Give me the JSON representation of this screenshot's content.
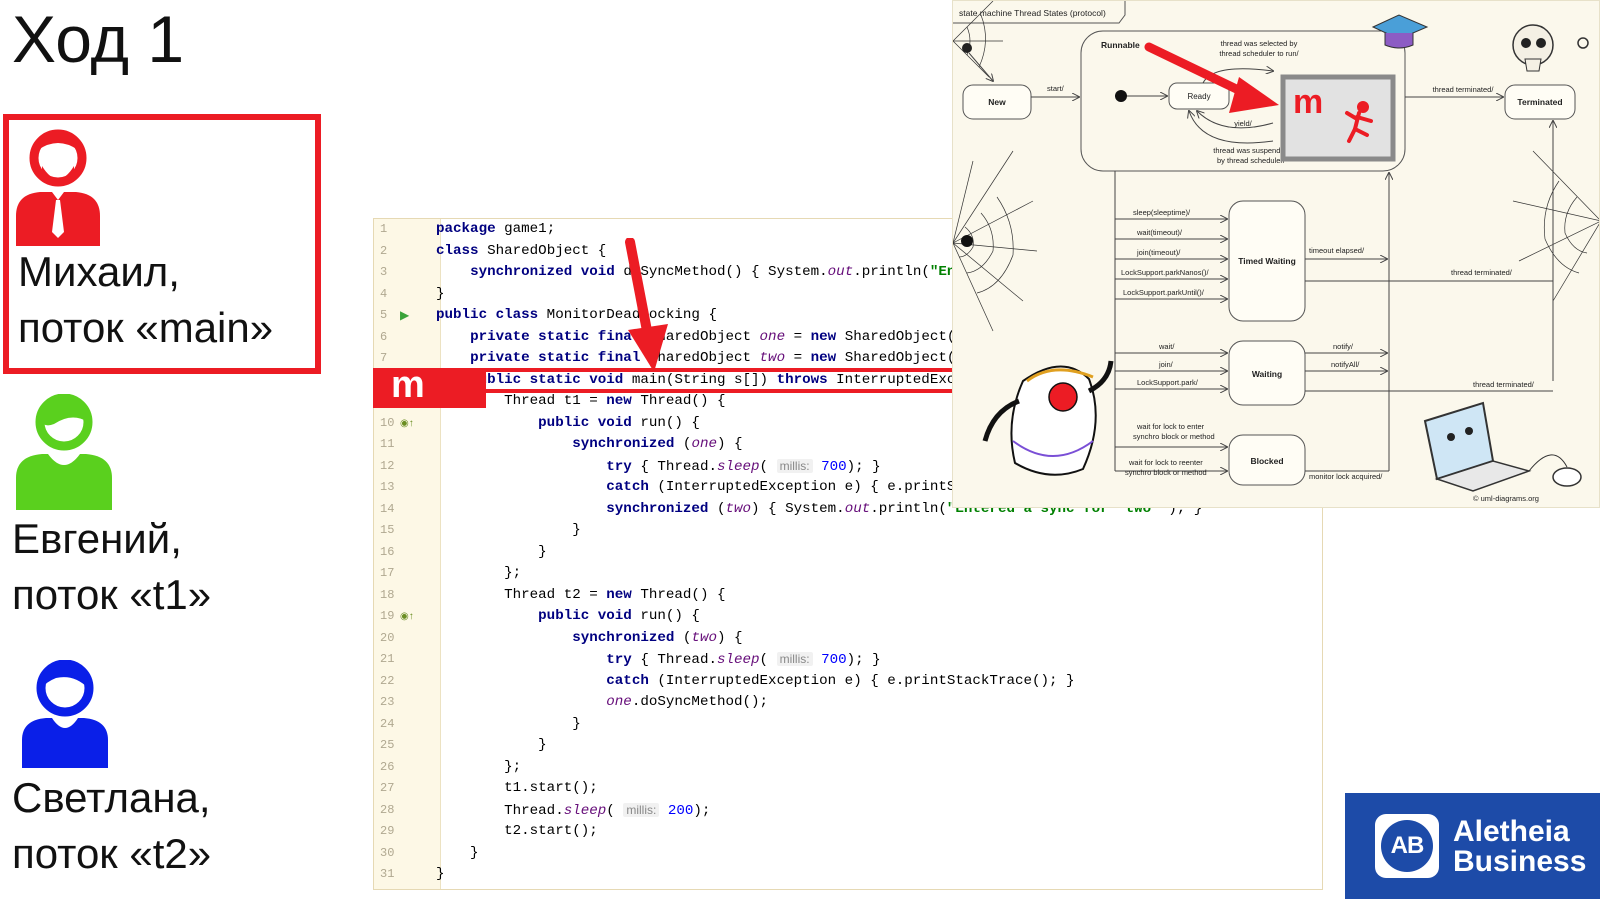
{
  "slide": {
    "title": "Ход 1"
  },
  "people": [
    {
      "name": "Михаил,",
      "thread": "поток «main»",
      "color": "#ec1c24"
    },
    {
      "name": "Евгений,",
      "thread": "поток «t1»",
      "color": "#5ad01e"
    },
    {
      "name": "Светлана,",
      "thread": "поток «t2»",
      "color": "#0a1fe8"
    }
  ],
  "code_panel": {
    "marker_label": "m",
    "lines": [
      {
        "n": "1",
        "html": "<span class='kw'>package</span> game1;"
      },
      {
        "n": "2",
        "html": "<span class='kw'>class</span> SharedObject {"
      },
      {
        "n": "3",
        "html": "    <span class='kw'>synchronized void</span> doSyncMethod() { System.<span class='it'>out</span>.println(<span class='str'>\"Entered a sync method\"</span>); }"
      },
      {
        "n": "4",
        "html": "}"
      },
      {
        "n": "5",
        "html": "<span class='kw'>public class</span> MonitorDeadlocking {"
      },
      {
        "n": "6",
        "html": "    <span class='kw'>private static final</span> SharedObject <span class='it'>one</span> = <span class='kw'>new</span> SharedObject();"
      },
      {
        "n": "7",
        "html": "    <span class='kw'>private static final</span> SharedObject <span class='it'>two</span> = <span class='kw'>new</span> SharedObject();"
      },
      {
        "n": "8",
        "html": "    <span class='kw'>public static void</span> main(String s[]) <span class='kw'>throws</span> InterruptedException {"
      },
      {
        "n": "9",
        "html": "        Thread t1 = <span class='kw'>new</span> Thread() {"
      },
      {
        "n": "10",
        "html": "            <span class='kw'>public void</span> run() {"
      },
      {
        "n": "11",
        "html": "                <span class='kw'>synchronized</span> (<span class='it'>one</span>) {"
      },
      {
        "n": "12",
        "html": "                    <span class='kw'>try</span> { Thread.<span class='it'>sleep</span>( <span class='hint'>millis:</span> <span class='num'>700</span>); }"
      },
      {
        "n": "13",
        "html": "                    <span class='kw'>catch</span> (InterruptedException e) { e.printStackTrace(); }"
      },
      {
        "n": "14",
        "html": "                    <span class='kw'>synchronized</span> (<span class='it'>two</span>) { System.<span class='it'>out</span>.println(<span class='str'>\"Entered a sync for 'two'\"</span>); }"
      },
      {
        "n": "15",
        "html": "                }"
      },
      {
        "n": "16",
        "html": "            }"
      },
      {
        "n": "17",
        "html": "        };"
      },
      {
        "n": "18",
        "html": "        Thread t2 = <span class='kw'>new</span> Thread() {"
      },
      {
        "n": "19",
        "html": "            <span class='kw'>public void</span> run() {"
      },
      {
        "n": "20",
        "html": "                <span class='kw'>synchronized</span> (<span class='it'>two</span>) {"
      },
      {
        "n": "21",
        "html": "                    <span class='kw'>try</span> { Thread.<span class='it'>sleep</span>( <span class='hint'>millis:</span> <span class='num'>700</span>); }"
      },
      {
        "n": "22",
        "html": "                    <span class='kw'>catch</span> (InterruptedException e) { e.printStackTrace(); }"
      },
      {
        "n": "23",
        "html": "                    <span class='it'>one</span>.doSyncMethod();"
      },
      {
        "n": "24",
        "html": "                }"
      },
      {
        "n": "25",
        "html": "            }"
      },
      {
        "n": "26",
        "html": "        };"
      },
      {
        "n": "27",
        "html": "        t1.start();"
      },
      {
        "n": "28",
        "html": "        Thread.<span class='it'>sleep</span>( <span class='hint'>millis:</span> <span class='num'>200</span>);"
      },
      {
        "n": "29",
        "html": "        t2.start();"
      },
      {
        "n": "30",
        "html": "    }"
      },
      {
        "n": "31",
        "html": "}"
      }
    ]
  },
  "state_diagram": {
    "header": "state machine Thread States (protocol)",
    "token": "m",
    "states": {
      "new": "New",
      "runnable": "Runnable",
      "ready": "Ready",
      "terminated": "Terminated",
      "timed_waiting": "Timed Waiting",
      "waiting": "Waiting",
      "blocked": "Blocked"
    },
    "transitions": {
      "start": "start/",
      "selected_1": "thread was selected by",
      "selected_2": "thread scheduler to run/",
      "yield": "yield/",
      "suspended_1": "thread was suspended",
      "suspended_2": "by thread scheduler/",
      "thread_terminated": "thread terminated/",
      "sleep": "sleep(sleeptime)/",
      "wait_timeout": "wait(timeout)/",
      "join_timeout": "join(timeout)/",
      "park_nanos": "LockSupport.parkNanos()/",
      "park_until": "LockSupport.parkUntil()/",
      "timeout_elapsed": "timeout elapsed/",
      "wait": "wait/",
      "join": "join/",
      "park": "LockSupport.park/",
      "notify": "notify/",
      "notify_all": "notifyAll/",
      "lock_enter_1": "wait for lock to enter",
      "lock_enter_2": "synchro block or method",
      "lock_reenter_1": "wait for lock to reenter",
      "lock_reenter_2": "synchro block or method",
      "monitor_acquired": "monitor lock acquired/"
    },
    "watermark": "© uml-diagrams.org"
  },
  "logo": {
    "badge": "AB",
    "line1": "Aletheia",
    "line2": "Business"
  }
}
